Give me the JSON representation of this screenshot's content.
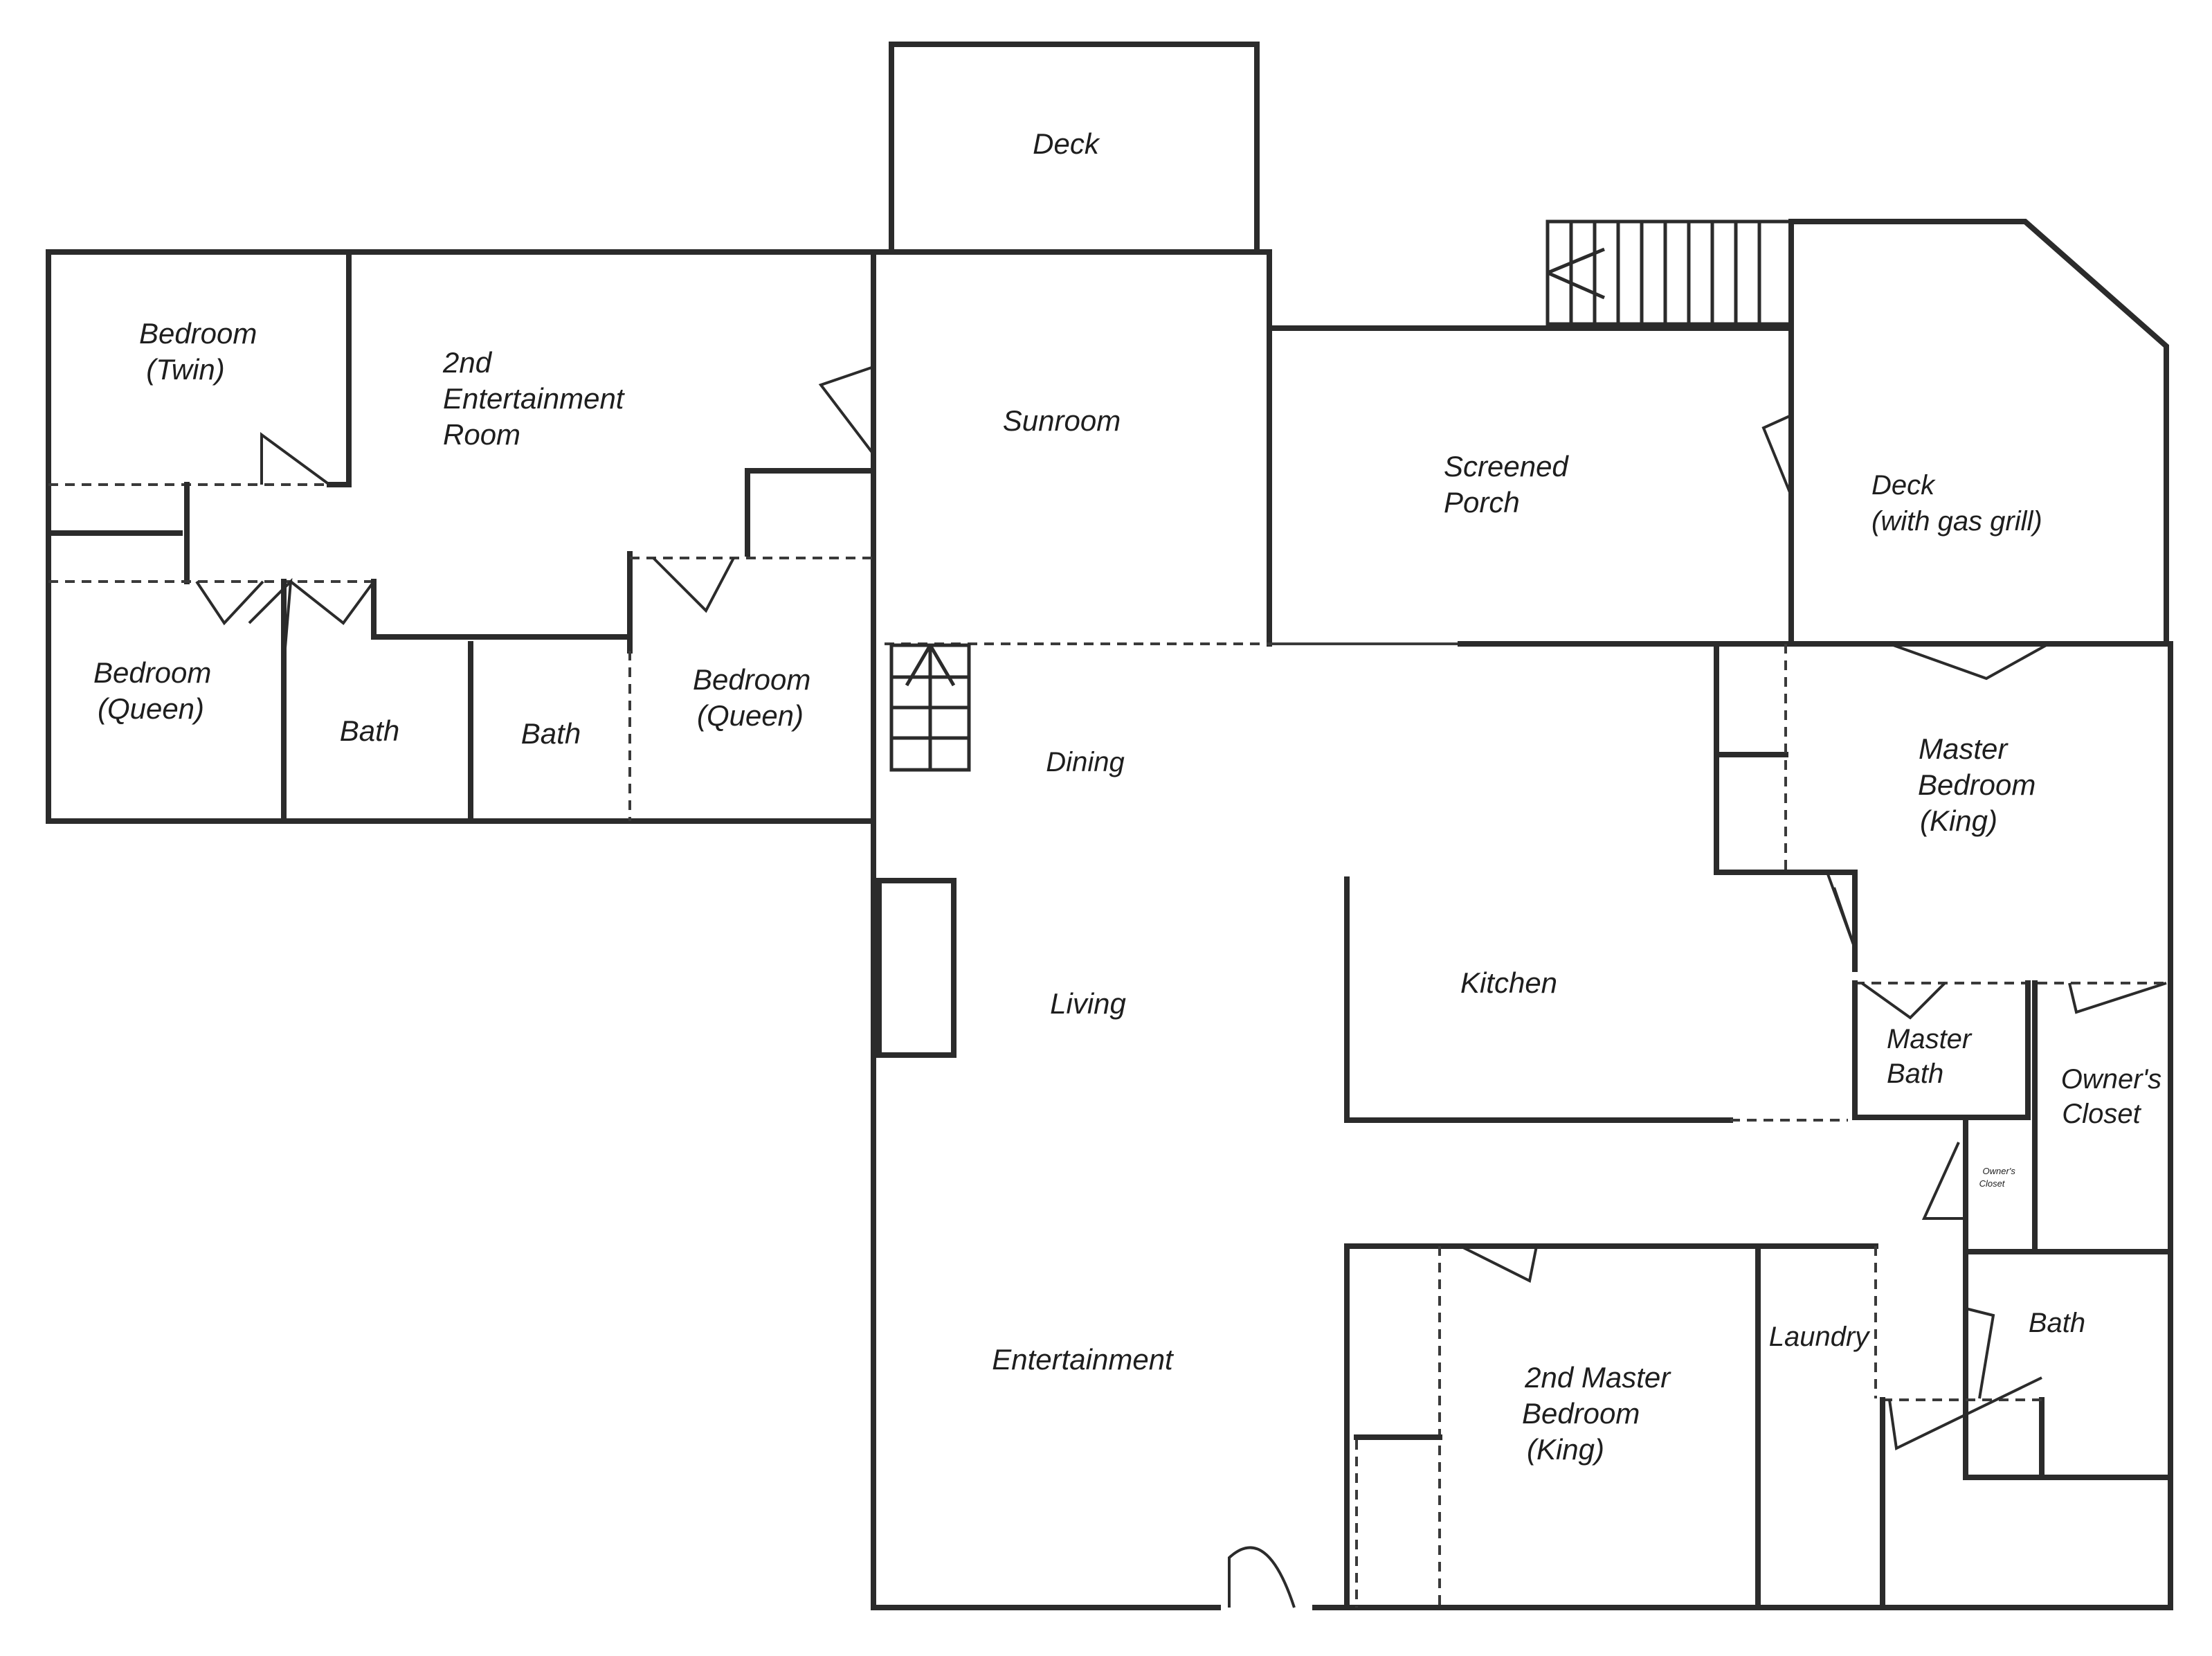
{
  "rooms": {
    "deck_top": "Deck",
    "bedroom_twin": [
      "Bedroom",
      "(Twin)"
    ],
    "entertainment2": [
      "2nd",
      "Entertainment",
      "Room"
    ],
    "sunroom": "Sunroom",
    "screened_porch": [
      "Screened",
      "Porch"
    ],
    "deck_grill": [
      "Deck",
      "(with gas grill)"
    ],
    "bedroom_queen_left": [
      "Bedroom",
      "(Queen)"
    ],
    "bath_1": "Bath",
    "bath_2": "Bath",
    "bedroom_queen_right": [
      "Bedroom",
      "(Queen)"
    ],
    "dining": "Dining",
    "master_bedroom": [
      "Master",
      "Bedroom",
      "(King)"
    ],
    "living": "Living",
    "kitchen": "Kitchen",
    "master_bath": [
      "Master",
      "Bath"
    ],
    "owners_closet_large": [
      "Owner's",
      "Closet"
    ],
    "owners_closet_small": [
      "Owner's",
      "Closet"
    ],
    "entertainment": "Entertainment",
    "laundry": "Laundry",
    "master_bedroom2": [
      "2nd Master",
      "Bedroom",
      "(King)"
    ],
    "bath_3": "Bath"
  }
}
